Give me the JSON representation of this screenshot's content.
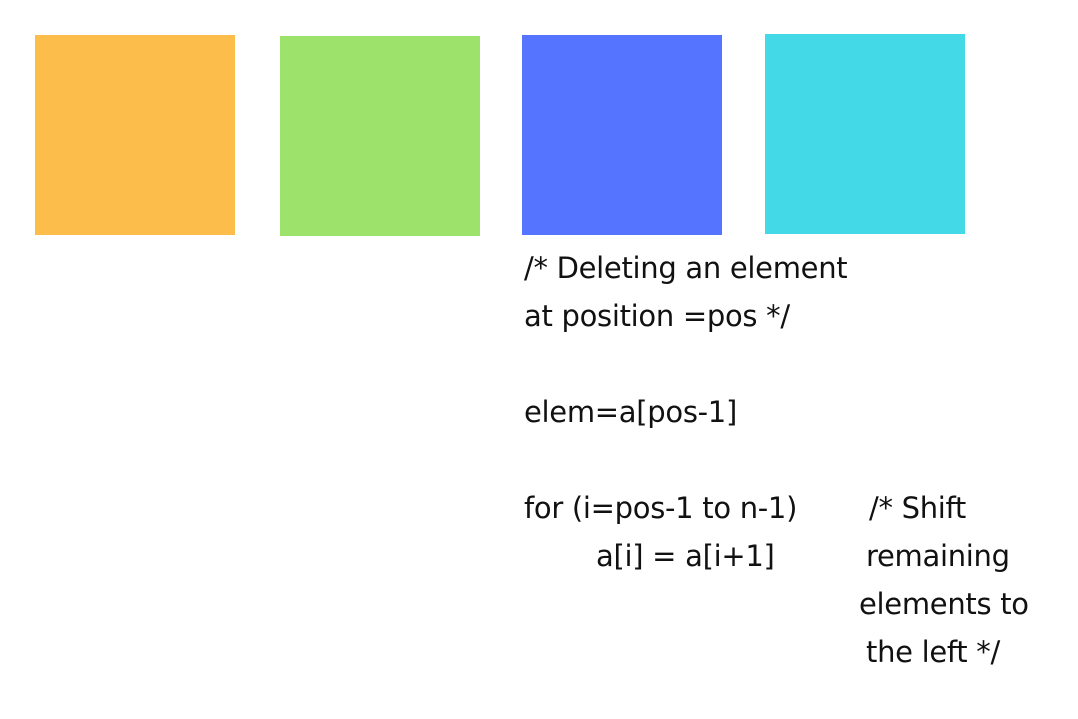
{
  "tiles": [
    {
      "color": "#FDBD4B"
    },
    {
      "color": "#9DE26A"
    },
    {
      "color": "#5574FF"
    },
    {
      "color": "#44D9E6"
    }
  ],
  "code": {
    "comment_line1": "/* Deleting an element",
    "comment_line2": "at position =pos */",
    "elem_line": "elem=a[pos-1]",
    "for_line": "for (i=pos-1 to n-1)",
    "assign_line": "a[i] = a[i+1]"
  },
  "side_comment": {
    "line1": "/* Shift",
    "line2": "remaining",
    "line3": "elements to",
    "line4": "the left */"
  }
}
